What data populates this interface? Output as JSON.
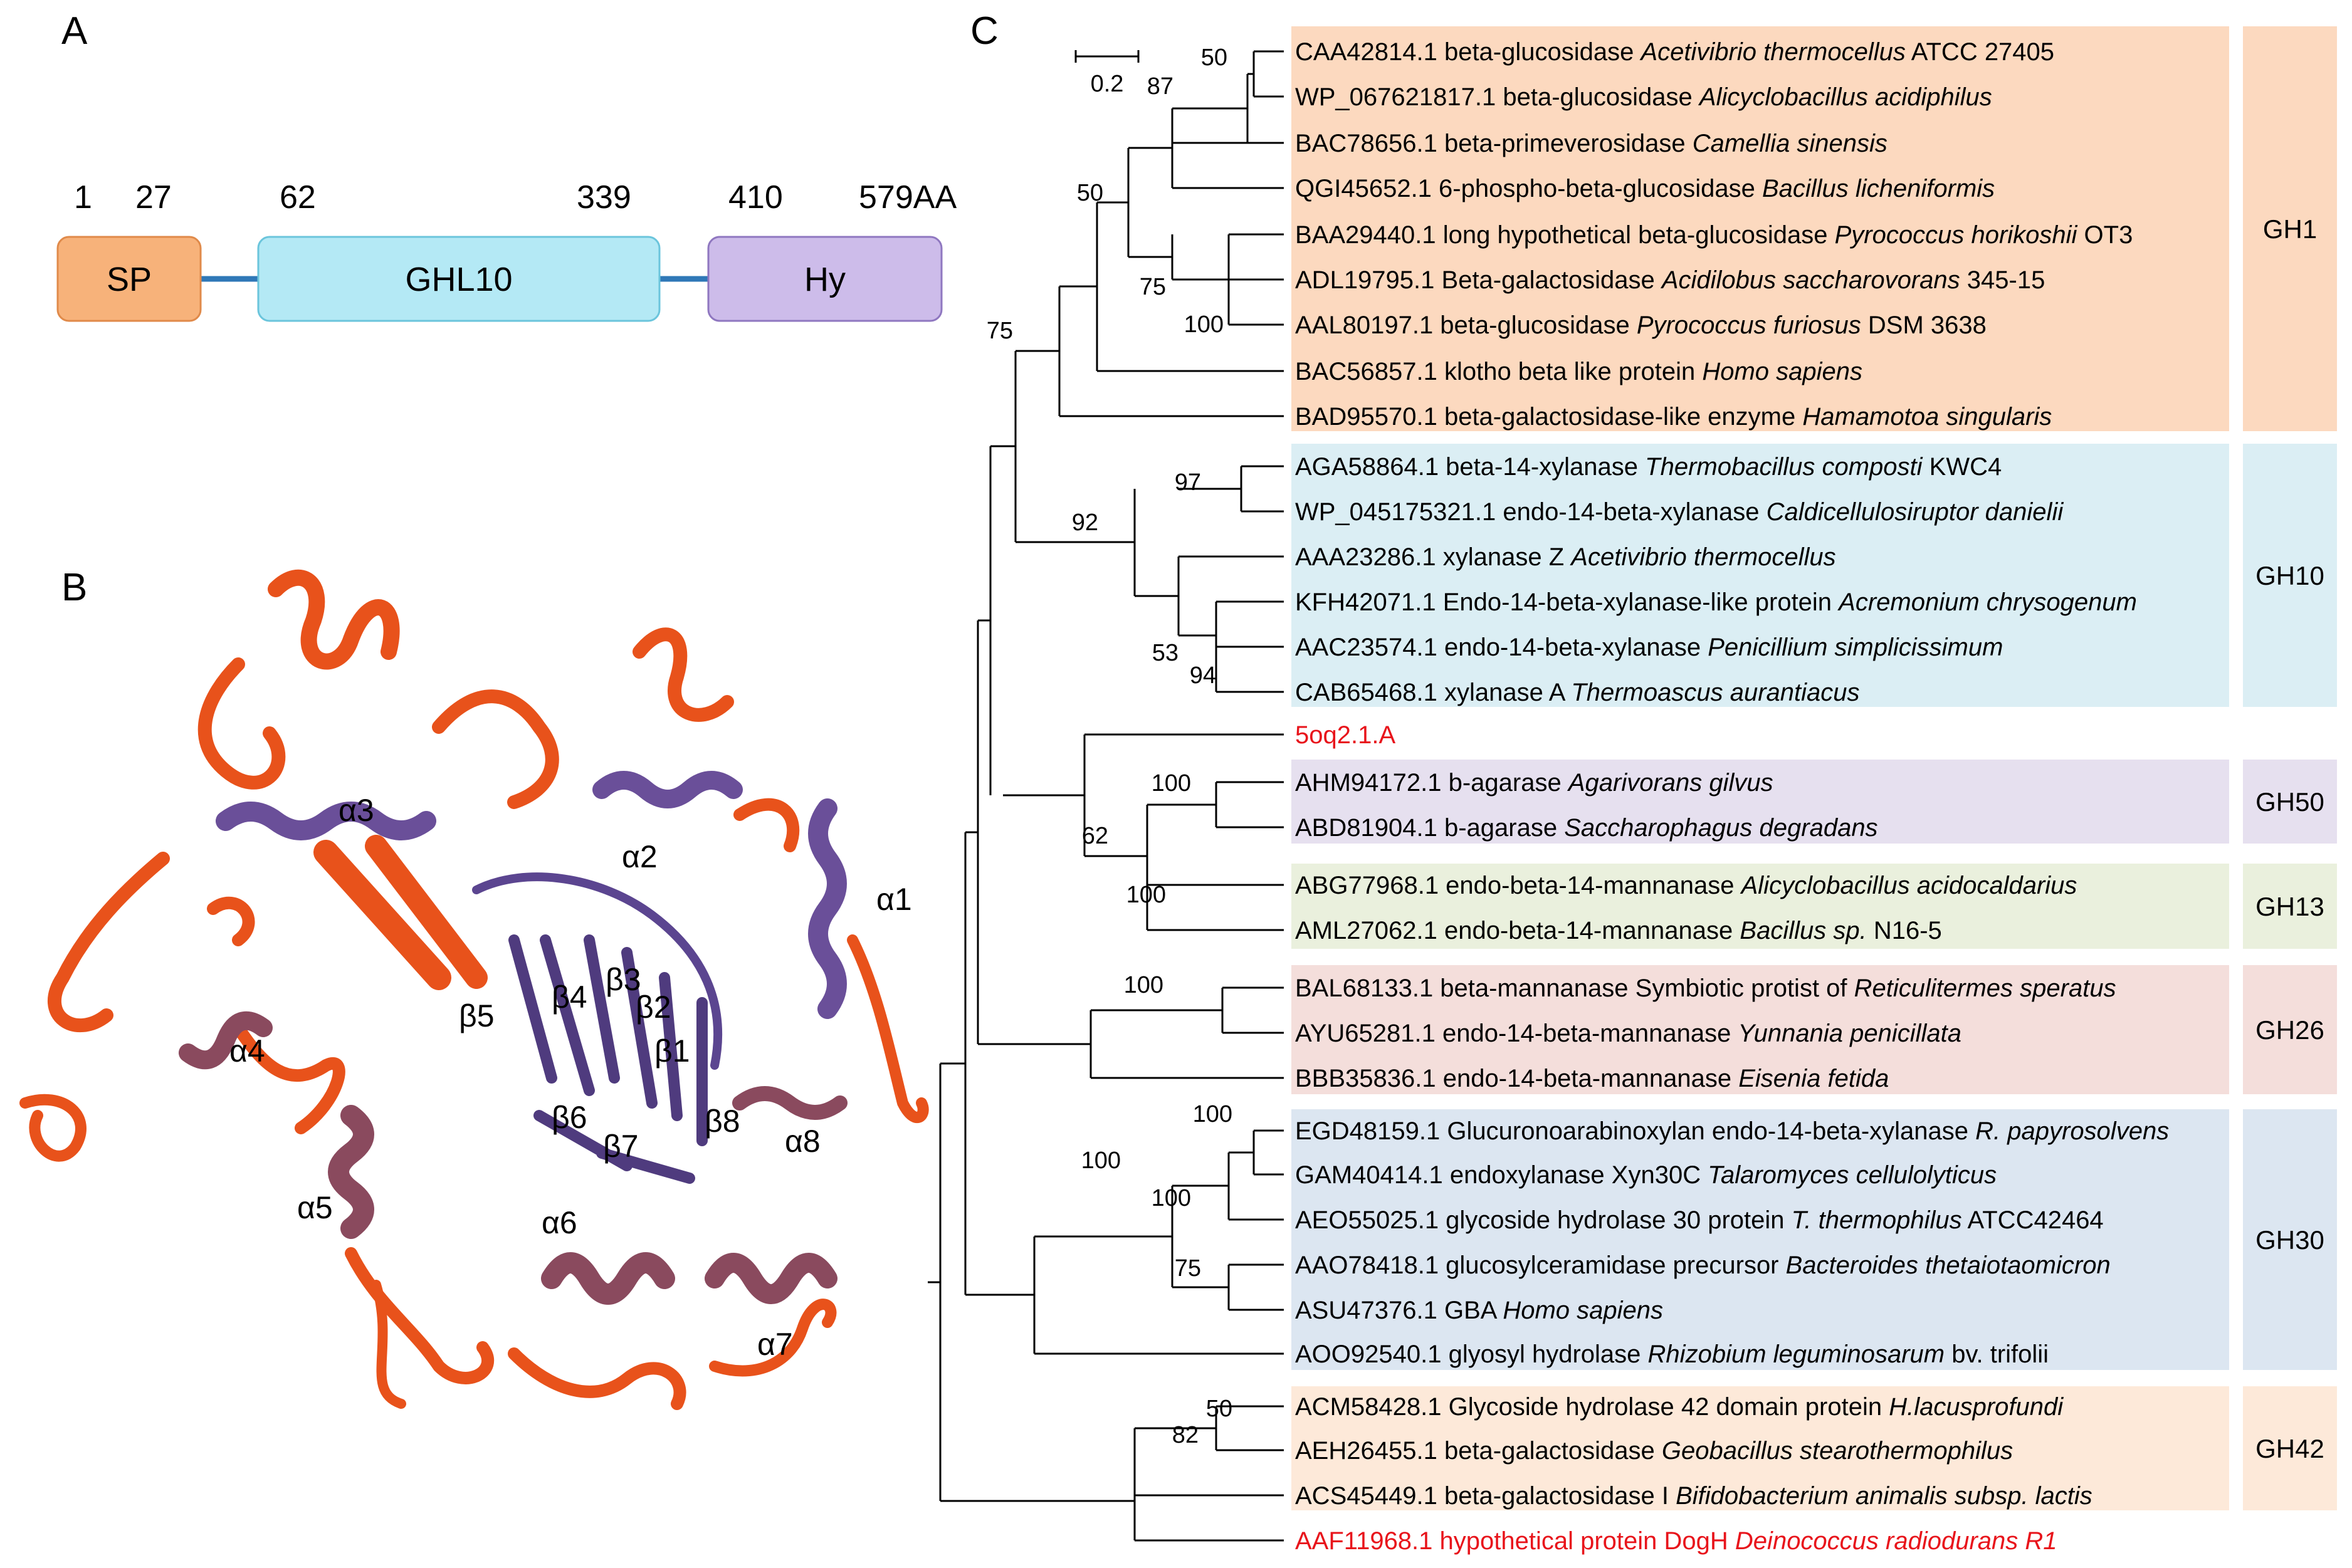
{
  "panels": {
    "a": "A",
    "b": "B",
    "c": "C"
  },
  "domains": {
    "positions": [
      "1",
      "27",
      "62",
      "339",
      "410",
      "579AA"
    ],
    "sp": {
      "label": "SP",
      "color": "#f7b27a"
    },
    "ghl10": {
      "label": "GHL10",
      "color": "#b4e9f5"
    },
    "hy": {
      "label": "Hy",
      "color": "#cdbcea"
    },
    "linker_color": "#2f78b7"
  },
  "structure": {
    "helices": [
      "α1",
      "α2",
      "α3",
      "α4",
      "α5",
      "α6",
      "α7",
      "α8"
    ],
    "strands": [
      "β1",
      "β2",
      "β3",
      "β4",
      "β5",
      "β6",
      "β7",
      "β8"
    ],
    "colors": {
      "loop": "#e8521b",
      "core": "#6a4f99",
      "helix": "#8a4a5e"
    }
  },
  "tree": {
    "scale_label": "0.2",
    "leaves": [
      {
        "id": "CAA42814.1",
        "desc": " beta-glucosidase ",
        "sp": "Acetivibrio thermocellus",
        "tail": " ATCC 27405"
      },
      {
        "id": "WP_067621817.1",
        "desc": " beta-glucosidase ",
        "sp": "Alicyclobacillus acidiphilus",
        "tail": ""
      },
      {
        "id": "BAC78656.1",
        "desc": " beta-primeverosidase ",
        "sp": "Camellia sinensis",
        "tail": ""
      },
      {
        "id": "QGI45652.1",
        "desc": " 6-phospho-beta-glucosidase ",
        "sp": "Bacillus licheniformis",
        "tail": ""
      },
      {
        "id": "BAA29440.1",
        "desc": " long hypothetical beta-glucosidase ",
        "sp": "Pyrococcus horikoshii",
        "tail": " OT3"
      },
      {
        "id": "ADL19795.1",
        "desc": " Beta-galactosidase ",
        "sp": "Acidilobus saccharovorans",
        "tail": " 345-15"
      },
      {
        "id": "AAL80197.1",
        "desc": " beta-glucosidase ",
        "sp": "Pyrococcus furiosus",
        "tail": " DSM 3638"
      },
      {
        "id": "BAC56857.1",
        "desc": " klotho beta like protein ",
        "sp": "Homo sapiens",
        "tail": ""
      },
      {
        "id": "BAD95570.1",
        "desc": " beta-galactosidase-like enzyme ",
        "sp": "Hamamotoa singularis",
        "tail": ""
      },
      {
        "id": "AGA58864.1",
        "desc": " beta-14-xylanase ",
        "sp": "Thermobacillus composti",
        "tail": " KWC4"
      },
      {
        "id": "WP_045175321.1",
        "desc": " endo-14-beta-xylanase ",
        "sp": "Caldicellulosiruptor danielii",
        "tail": ""
      },
      {
        "id": "AAA23286.1",
        "desc": " xylanase Z ",
        "sp": "Acetivibrio thermocellus",
        "tail": ""
      },
      {
        "id": "KFH42071.1",
        "desc": " Endo-14-beta-xylanase-like protein ",
        "sp": "Acremonium chrysogenum",
        "tail": ""
      },
      {
        "id": "AAC23574.1",
        "desc": " endo-14-beta-xylanase ",
        "sp": "Penicillium simplicissimum",
        "tail": ""
      },
      {
        "id": "CAB65468.1",
        "desc": " xylanase A ",
        "sp": "Thermoascus aurantiacus",
        "tail": ""
      },
      {
        "id": "5oq2.1.A",
        "desc": "",
        "sp": "",
        "tail": "",
        "red": true
      },
      {
        "id": "AHM94172.1",
        "desc": " b-agarase ",
        "sp": "Agarivorans gilvus",
        "tail": ""
      },
      {
        "id": "ABD81904.1",
        "desc": " b-agarase ",
        "sp": "Saccharophagus degradans",
        "tail": ""
      },
      {
        "id": "ABG77968.1",
        "desc": " endo-beta-14-mannanase ",
        "sp": "Alicyclobacillus acidocaldarius",
        "tail": ""
      },
      {
        "id": "AML27062.1",
        "desc": " endo-beta-14-mannanase ",
        "sp": "Bacillus sp.",
        "tail": " N16-5"
      },
      {
        "id": "BAL68133.1",
        "desc": " beta-mannanase  Symbiotic protist of ",
        "sp": "Reticulitermes speratus",
        "tail": ""
      },
      {
        "id": "AYU65281.1",
        "desc": " endo-14-beta-mannanase ",
        "sp": "Yunnania penicillata",
        "tail": ""
      },
      {
        "id": "BBB35836.1",
        "desc": " endo-14-beta-mannanase ",
        "sp": "Eisenia fetida",
        "tail": ""
      },
      {
        "id": "EGD48159.1",
        "desc": " Glucuronoarabinoxylan endo-14-beta-xylanase ",
        "sp": "R. papyrosolvens",
        "tail": ""
      },
      {
        "id": "GAM40414.1",
        "desc": " endoxylanase Xyn30C ",
        "sp": "Talaromyces cellulolyticus",
        "tail": ""
      },
      {
        "id": "AEO55025.1",
        "desc": " glycoside hydrolase  30 protein ",
        "sp": "T. thermophilus",
        "tail": " ATCC42464"
      },
      {
        "id": "AAO78418.1",
        "desc": " glucosylceramidase precursor ",
        "sp": "Bacteroides thetaiotaomicron",
        "tail": ""
      },
      {
        "id": "ASU47376.1",
        "desc": " GBA ",
        "sp": "Homo sapiens",
        "tail": ""
      },
      {
        "id": "AOO92540.1",
        "desc": " glyosyl hydrolase ",
        "sp": "Rhizobium leguminosarum",
        "tail": " bv. trifolii"
      },
      {
        "id": "ACM58428.1",
        "desc": " Glycoside hydrolase  42 domain protein ",
        "sp": "H.lacusprofundi",
        "tail": ""
      },
      {
        "id": "AEH26455.1",
        "desc": " beta-galactosidase ",
        "sp": "Geobacillus stearothermophilus",
        "tail": ""
      },
      {
        "id": "ACS45449.1",
        "desc": " beta-galactosidase I ",
        "sp": "Bifidobacterium animalis subsp. lactis",
        "tail": ""
      },
      {
        "id": "AAF11968.1",
        "desc": " hypothetical protein DogH ",
        "sp": "Deinococcus radiodurans R1",
        "tail": "",
        "red": true
      }
    ],
    "bootstrap": [
      "50",
      "87",
      "50",
      "75",
      "100",
      "75",
      "97",
      "92",
      "53",
      "94",
      "100",
      "62",
      "100",
      "100",
      "100",
      "100",
      "100",
      "75",
      "50",
      "82"
    ],
    "families": [
      {
        "name": "GH1",
        "color": "#fcd9bf"
      },
      {
        "name": "GH10",
        "color": "#dbeef4"
      },
      {
        "name": "GH50",
        "color": "#e6e0ef"
      },
      {
        "name": "GH13",
        "color": "#eaf0dd"
      },
      {
        "name": "GH26",
        "color": "#f4dedb"
      },
      {
        "name": "GH30",
        "color": "#dce6f1"
      },
      {
        "name": "GH42",
        "color": "#fde9d9"
      }
    ]
  }
}
